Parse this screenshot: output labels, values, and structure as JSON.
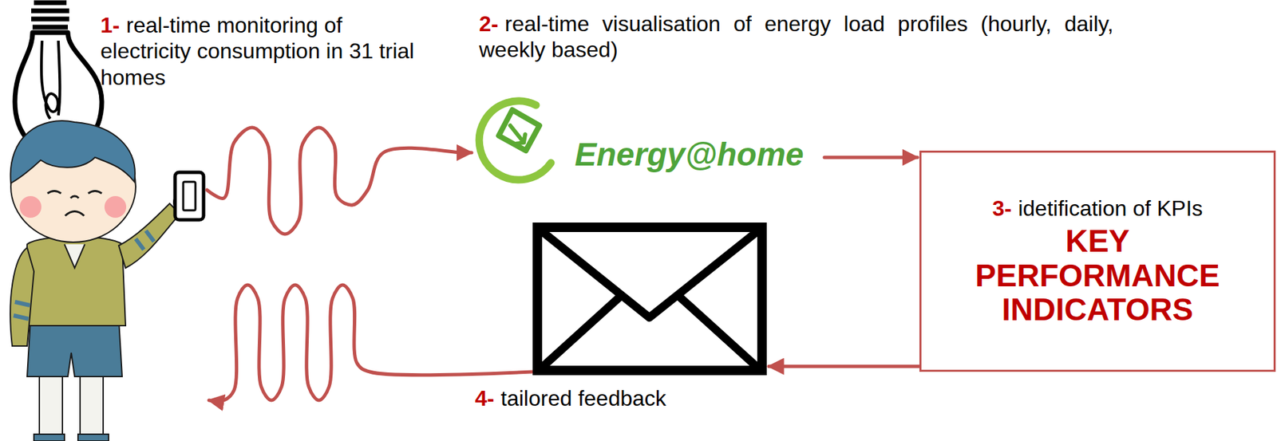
{
  "diagram": {
    "nodes": [
      {
        "text": [
          "1-",
          "real-time monitoring of electricity consumption in 31 trial homes"
        ]
      },
      {
        "text": [
          "2-",
          "real-time visualisation of energy load profiles (hourly, daily, weekly based)",
          "Energy@home"
        ]
      },
      {
        "text": [
          "3-",
          "idetification of KPIs",
          "KEY PERFORMANCE INDICATORS"
        ]
      },
      {
        "text": [
          "4-",
          "tailored feedback"
        ]
      }
    ],
    "edges": [
      {
        "from": 0,
        "to": 1,
        "arrow": "to"
      },
      {
        "from": 1,
        "to": 2,
        "arrow": "to"
      },
      {
        "from": 2,
        "to": 3,
        "arrow": "to"
      },
      {
        "from": 3,
        "to": 0,
        "arrow": "to"
      }
    ]
  }
}
